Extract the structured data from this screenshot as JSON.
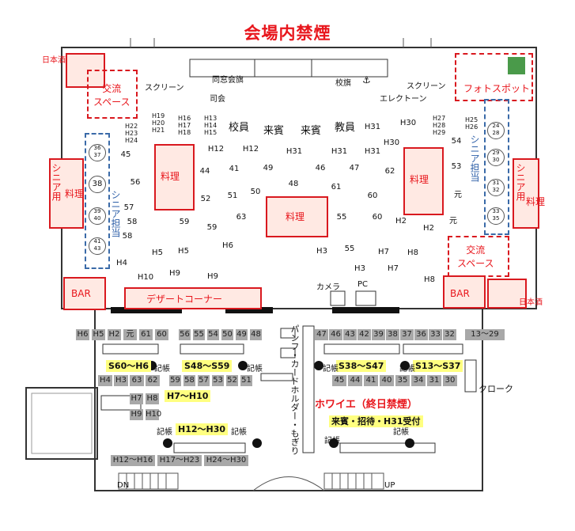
{
  "title": "会場内禁煙",
  "areas": {
    "nihonshu_left": "日本酒",
    "nihonshu_right": "日本酒",
    "koryu_left": "交流\nスペース",
    "koryu_right": "交流\nスペース",
    "photo_spot": "フォトスポット",
    "senior_left_box": "シニア用",
    "senior_right_box": "シニア用",
    "ryori_a": "料理",
    "ryori_b": "料理",
    "ryori_c": "料理",
    "ryori_d": "料理",
    "ryori_e": "料理",
    "senior_tanto_left": "シニア担当",
    "senior_tanto_right": "シニア担当",
    "bar_left": "BAR",
    "bar_right": "BAR",
    "dessert": "デザートコーナー",
    "screen_left": "スクリーン",
    "screen_right": "スクリーン",
    "dousoukai": "同窓会旗",
    "kouki": "校旗",
    "shikai": "司会",
    "electone": "エレクトーン",
    "camera": "カメラ",
    "pc": "PC",
    "foyer": "ホワイエ（終日禁煙）",
    "cloak": "クローク",
    "vertical_desk": "パンフ・カードホルダー・もぎり",
    "dn": "DN",
    "up": "UP"
  },
  "head_labels": {
    "kyoin1": "校員",
    "raihin1": "来賓",
    "raihin2": "来賓",
    "kyoin2": "教員"
  },
  "column_labels": {
    "left_a": [
      "H19",
      "H20",
      "H21"
    ],
    "left_b": [
      "H22",
      "H23",
      "H24"
    ],
    "left_c": [
      "H16",
      "H17",
      "H18"
    ],
    "left_d": [
      "H13",
      "H14",
      "H15"
    ],
    "right_a": [
      "H27",
      "H28",
      "H29"
    ],
    "right_b": [
      "H25",
      "H26"
    ]
  },
  "senior_left_seats": [
    "36\n37",
    "38",
    "39\n40",
    "41\n43"
  ],
  "senior_right_seats": [
    "24\n28",
    "29\n30",
    "31\n32",
    "33\n35"
  ],
  "tables": [
    {
      "n": "45"
    },
    {
      "n": "H12"
    },
    {
      "n": "H12"
    },
    {
      "n": "H31"
    },
    {
      "n": "H31"
    },
    {
      "n": "H31"
    },
    {
      "n": "H30"
    },
    {
      "n": "H31"
    },
    {
      "n": "H30"
    },
    {
      "n": "54"
    },
    {
      "n": "56"
    },
    {
      "n": "44"
    },
    {
      "n": "41"
    },
    {
      "n": "49"
    },
    {
      "n": "46"
    },
    {
      "n": "47"
    },
    {
      "n": "62"
    },
    {
      "n": "53"
    },
    {
      "n": "57"
    },
    {
      "n": "52"
    },
    {
      "n": "51"
    },
    {
      "n": "50"
    },
    {
      "n": "48"
    },
    {
      "n": "61"
    },
    {
      "n": "60"
    },
    {
      "n": "元"
    },
    {
      "n": "58"
    },
    {
      "n": "59"
    },
    {
      "n": "59"
    },
    {
      "n": "63"
    },
    {
      "n": "55"
    },
    {
      "n": "60"
    },
    {
      "n": "H2"
    },
    {
      "n": "H2"
    },
    {
      "n": "元"
    },
    {
      "n": "58"
    },
    {
      "n": "H5"
    },
    {
      "n": "H5"
    },
    {
      "n": "H6"
    },
    {
      "n": "H3"
    },
    {
      "n": "55"
    },
    {
      "n": "H7"
    },
    {
      "n": "H8"
    },
    {
      "n": "H4"
    },
    {
      "n": "H10"
    },
    {
      "n": "H9"
    },
    {
      "n": "H9"
    },
    {
      "n": "H3"
    },
    {
      "n": "H7"
    },
    {
      "n": "H8"
    }
  ],
  "foyer_rows": {
    "row1_left": [
      "H6",
      "H5",
      "H2",
      "元",
      "61",
      "60"
    ],
    "row1_mid": [
      "56",
      "55",
      "54",
      "50",
      "49",
      "48"
    ],
    "row1_right": [
      "47",
      "46",
      "43",
      "42",
      "39",
      "38",
      "37",
      "36",
      "33",
      "32",
      "13～29"
    ],
    "row2_left": [
      "H4",
      "H3",
      "63",
      "62"
    ],
    "row2_mid": [
      "59",
      "58",
      "57",
      "53",
      "52",
      "51"
    ],
    "row2_right": [
      "45",
      "44",
      "41",
      "40",
      "35",
      "34",
      "31",
      "30"
    ],
    "row3": [
      "H7",
      "H8"
    ],
    "row4": [
      "H9",
      "H10"
    ],
    "bottom": [
      "H12～H16",
      "H17～H23",
      "H24～H30"
    ]
  },
  "yellow_labels": {
    "y1": "S60～H6",
    "y2": "S48～S59",
    "y3": "S38～S47",
    "y4": "S13～S37",
    "y5": "H7～H10",
    "y6": "H12～H30",
    "y7": "来賓・招待・H31受付"
  },
  "kicho": "記帳",
  "colors": {
    "accent_red": "#e8161c",
    "senior_blue": "#3a6aa8",
    "label_yellow": "#ffff80",
    "tag_gray": "#a8a8a8"
  }
}
